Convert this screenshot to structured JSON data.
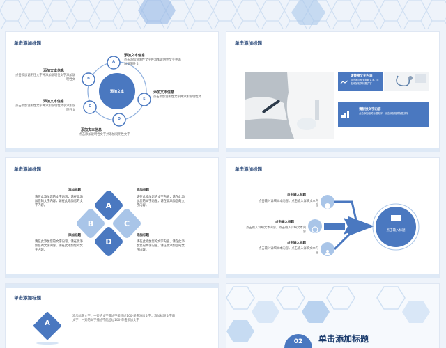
{
  "colors": {
    "primary": "#4a78c0",
    "light": "#a9c5e8",
    "pale": "#d6e4f5",
    "bg": "#eef3fa"
  },
  "slide1": {
    "title": "单击添加标题",
    "center": "添加文本",
    "nodes": [
      "A",
      "B",
      "C",
      "D",
      "E"
    ],
    "labelA": {
      "heading": "添加文本信息",
      "body": "点击添加说明性文字并添加说明性文字并添加说明性文"
    },
    "labelB": {
      "heading": "添加文本信息",
      "body": "点击添加说明性文字并添加说明性文字添加说明性文"
    },
    "labelC": {
      "heading": "添加文本信息",
      "body": "点击添加说明性文字并添加说明性文字添加说明性文"
    },
    "labelD": {
      "heading": "添加文本信息",
      "body": "点击添加说明性文字并添加说明性文字"
    },
    "labelE": {
      "heading": "添加文本信息",
      "body": "点击添加说明性文字并添加说明性文"
    }
  },
  "slide2": {
    "title": "单击添加标题",
    "card1": {
      "heading": "请替换文字内容",
      "body": "点击添加相关标题文字，点击添加相关标题文字"
    },
    "card2": {
      "heading": "请替换文字内容",
      "body": "点击添加相关标题文字，点击添加相关标题文字"
    }
  },
  "slide3": {
    "title": "单击添加标题",
    "letters": [
      "A",
      "B",
      "C",
      "D"
    ],
    "tl": {
      "heading": "添加标题",
      "body": "请在此添加您的文字内容，请在此添加您的文字内容，请在此添加您的文字内容。"
    },
    "tr": {
      "heading": "添加标题",
      "body": "请在此添加您的文字内容，请在此添加您的文字内容，请在此添加您的文字内容。"
    },
    "bl": {
      "heading": "添加标题",
      "body": "请在此添加您的文字内容，请在此添加您的文字内容，请在此添加您的文字内容。"
    },
    "br": {
      "heading": "添加标题",
      "body": "请在此添加您的文字内容，请在此添加您的文字内容，请在此添加您的文字内容。"
    }
  },
  "slide4": {
    "title": "单击添加标题",
    "center": "点击输入标题",
    "item1": {
      "heading": "点击输入标题",
      "body": "点击输入详细文本内容，点击输入详细文本内容"
    },
    "item2": {
      "heading": "点击输入标题",
      "body": "点击输入详细文本内容，点击输入详细文本内容"
    },
    "item3": {
      "heading": "点击输入标题",
      "body": "点击输入详细文本内容，点击输入详细文本内容"
    }
  },
  "slide5": {
    "title": "单击添加标题",
    "letter": "A",
    "body": "添加标题文字，一旁的文字描述不能超过100-单击添加文字，添加标题文字的文字，一旁的文字描述不能超过100-单击添加文字"
  },
  "slide6": {
    "number": "02",
    "title": "单击添加标题"
  }
}
